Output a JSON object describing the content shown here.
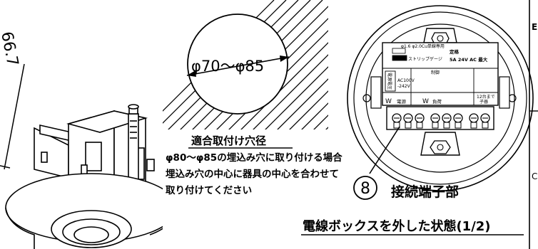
{
  "dimension_label": "66.7",
  "hole_range_label": "φ70～φ85",
  "mounting_note": {
    "title": "適合取付け穴径",
    "line1": "φ80～φ85の埋込み穴に取り付ける場合",
    "line2": "埋込み穴の中心に器具の中心を合わせて",
    "line3": "取り付けてください"
  },
  "terminal": {
    "number": "8",
    "label": "接続端子部",
    "top_line": "φ1.6 φ2.0Cu単線専用",
    "strip_label": "ストリップゲージ",
    "spec_rated": "定格",
    "spec_main": "5A 24V AC 最大",
    "control": "制御",
    "voltage": "AC100V",
    "voltage2": "-242V",
    "power_label": "電源",
    "load_label": "負荷",
    "max_count": "12台まで",
    "unit": "子器",
    "w_mark": "W",
    "left_box": "電源電圧"
  },
  "caption": "電線ボックスを外した状態(1/2)",
  "edge_letters": {
    "top": "E",
    "bottom": "C"
  }
}
